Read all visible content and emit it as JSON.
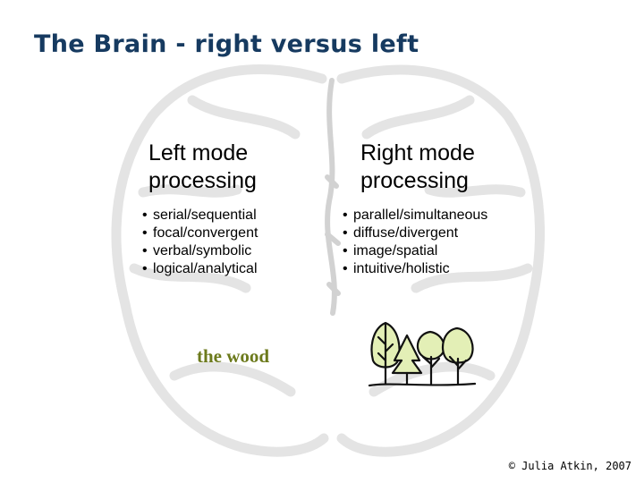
{
  "slide": {
    "title": "The Brain - right versus left",
    "left": {
      "heading_line1": "Left mode",
      "heading_line2": "processing",
      "items": [
        "serial/sequential",
        "focal/convergent",
        "verbal/symbolic",
        "logical/analytical"
      ]
    },
    "right": {
      "heading_line1": "Right mode",
      "heading_line2": "processing",
      "items": [
        "parallel/simultaneous",
        "diffuse/divergent",
        "image/spatial",
        "intuitive/holistic"
      ]
    },
    "wood_label": "the wood",
    "copyright": "© Julia Atkin, 2007"
  },
  "icons": {
    "background": "brain-outline-icon",
    "trees": "trees-icon"
  },
  "colors": {
    "title": "#163a60",
    "wood_label": "#6c7a1c",
    "tree_fill": "#e3efb6",
    "brain_line": "#e4e4e4"
  }
}
